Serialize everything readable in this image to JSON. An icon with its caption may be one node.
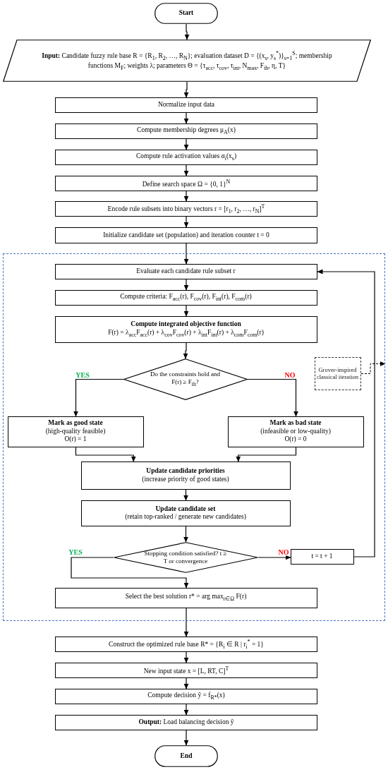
{
  "diagram": {
    "nodes": [
      {
        "text": [
          "Start"
        ]
      },
      {
        "text": [
          "**Input:** Candidate fuzzy rule base R = {R$_{1}$, R$_{2}$, …, R$_{N}$}; evaluation dataset D = {(x$_{s}$, y$_{s}$$^{*}$)}$_{s=1}$$^{S}$; membership functions M$_{F}$; weights λ; parameters Θ = {τ$_{acc}$, τ$_{cov}$, τ$_{int}$, N$_{max}$, F$_{th}$, η, T}"
        ]
      },
      {
        "text": [
          "Normalize input data"
        ]
      },
      {
        "text": [
          "Compute membership degrees μ$_{A}$(x)"
        ]
      },
      {
        "text": [
          "Compute rule activation values α$_{i}$(x$_{s}$)"
        ]
      },
      {
        "text": [
          "Define search space Ω = {0, 1}$^{N}$"
        ]
      },
      {
        "text": [
          "Encode rule subsets into binary vectors r = [r$_{1}$, r$_{2}$, …, r$_{N}$]$^{T}$"
        ]
      },
      {
        "text": [
          "Initialize candidate set (population) and iteration counter t = 0"
        ]
      },
      {
        "text": [],
        "shape": "box"
      },
      {
        "text": [
          "Evaluate each candidate rule subset r"
        ],
        "in": 8
      },
      {
        "text": [
          "Compute criteria: F$_{acc}$(r), F$_{cov}$(r), F$_{int}$(r), F$_{com}$(r)"
        ],
        "in": 8
      },
      {
        "text": [
          "Compute integrated objective function",
          "F(r) = λ$_{acc}$F$_{acc}$(r) + λ$_{cov}$F$_{cov}$(r) + λ$_{int}$F$_{int}$(r) + λ$_{com}$F$_{com}$(r)"
        ],
        "in": 8
      },
      {
        "text": [
          "Grover-inspired classical iteration"
        ],
        "in": 8
      },
      {
        "text": [
          "Do the constraints hold and F(r) ≥ F$_{th}$?"
        ],
        "in": 8
      },
      {
        "text": [
          "Mark as good state",
          "(high-quality feasible)",
          "O(r) = 1"
        ],
        "in": 8
      },
      {
        "text": [
          "Mark as bad state",
          "(infeasible or low-quality)",
          "O(r) = 0"
        ],
        "in": 8
      },
      {
        "text": [
          "Update candidate priorities",
          "(increase priority of good states)"
        ],
        "in": 8
      },
      {
        "text": [
          "Update candidate set",
          "(retain top-ranked / generate new candidates)"
        ],
        "in": 8
      },
      {
        "text": [
          "Stopping condition satisfied? t ≥ T or convergence"
        ],
        "in": 8
      },
      {
        "text": [
          "t = t + 1"
        ],
        "in": 8
      },
      {
        "text": [
          "Select the best solution r* = arg max$_{r∈Ω}$ F(r)"
        ],
        "in": 8
      },
      {
        "text": [
          "Construct the optimized rule base R* = {R$_{i}$ ∈ R | r$_{i}$$^{*}$ = 1}"
        ]
      },
      {
        "text": [
          "New input state x = [L, RT, C]$^{T}$"
        ]
      },
      {
        "text": [
          "Compute decision ŷ = f$_{R*}$(x)"
        ]
      },
      {
        "text": [
          "**Output:** Load balancing decision ŷ"
        ]
      },
      {
        "text": [
          "End"
        ]
      }
    ],
    "edges": [
      {
        "from": 0,
        "to": 1,
        "arrow": "to"
      },
      {
        "from": 1,
        "to": 2,
        "arrow": "to"
      },
      {
        "from": 2,
        "to": 3,
        "arrow": "to"
      },
      {
        "from": 3,
        "to": 4,
        "arrow": "to"
      },
      {
        "from": 4,
        "to": 5,
        "arrow": "to"
      },
      {
        "from": 5,
        "to": 6,
        "arrow": "to"
      },
      {
        "from": 6,
        "to": 7,
        "arrow": "to"
      },
      {
        "from": 7,
        "to": 9,
        "arrow": "to"
      },
      {
        "from": 9,
        "to": 10,
        "arrow": "to"
      },
      {
        "from": 10,
        "to": 11,
        "arrow": "to"
      },
      {
        "from": 11,
        "to": 13,
        "arrow": "to"
      },
      {
        "from": 13,
        "to": 14,
        "label": "YES",
        "arrow": "to"
      },
      {
        "from": 13,
        "to": 15,
        "label": "NO",
        "arrow": "to"
      },
      {
        "from": 14,
        "to": 16,
        "arrow": "to"
      },
      {
        "from": 15,
        "to": 16,
        "arrow": "to"
      },
      {
        "from": 16,
        "to": 17,
        "arrow": "to"
      },
      {
        "from": 17,
        "to": 18,
        "arrow": "to"
      },
      {
        "from": 18,
        "to": 19,
        "label": "NO",
        "arrow": "to"
      },
      {
        "from": 19,
        "to": 9,
        "arrow": "to"
      },
      {
        "from": 18,
        "to": 20,
        "label": "YES",
        "arrow": "to"
      },
      {
        "from": 12,
        "to": 8,
        "arrow": "to",
        "style": "dashed"
      },
      {
        "from": 20,
        "to": 21,
        "arrow": "to"
      },
      {
        "from": 21,
        "to": 22,
        "arrow": "to"
      },
      {
        "from": 22,
        "to": 23,
        "arrow": "to"
      },
      {
        "from": 23,
        "to": 24,
        "arrow": "to"
      },
      {
        "from": 24,
        "to": 25,
        "arrow": "to"
      }
    ]
  }
}
